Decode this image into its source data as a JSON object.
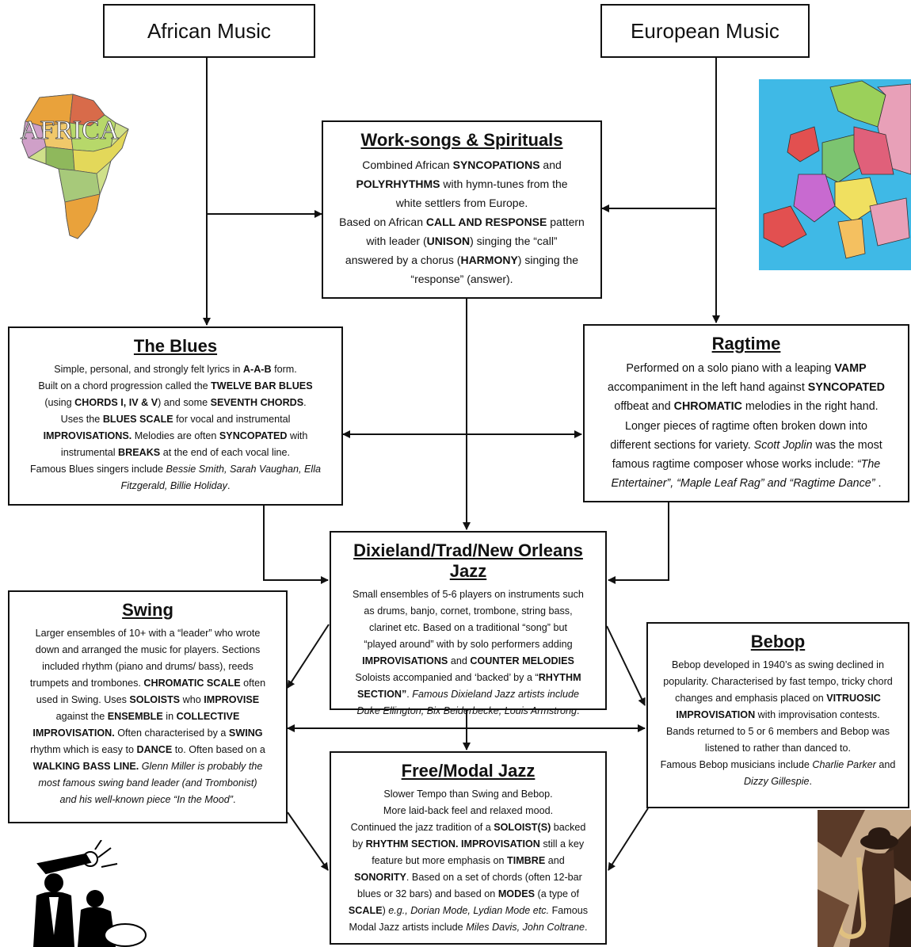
{
  "nodes": {
    "african_music": {
      "title": "African Music"
    },
    "european_music": {
      "title": "European Music"
    },
    "work_songs": {
      "title": "Work-songs & Spirituals",
      "lines": [
        [
          {
            "t": "Combined African "
          },
          {
            "t": "SYNCOPATIONS",
            "b": 1
          },
          {
            "t": " and"
          }
        ],
        [
          {
            "t": "POLYRHYTHMS",
            "b": 1
          },
          {
            "t": " with hymn-tunes from the"
          }
        ],
        [
          {
            "t": "white settlers from Europe."
          }
        ],
        [
          {
            "t": "Based on African "
          },
          {
            "t": "CALL AND RESPONSE",
            "b": 1
          },
          {
            "t": " pattern"
          }
        ],
        [
          {
            "t": "with leader ("
          },
          {
            "t": "UNISON",
            "b": 1
          },
          {
            "t": ") singing the “call”"
          }
        ],
        [
          {
            "t": "answered by a chorus ("
          },
          {
            "t": "HARMONY",
            "b": 1
          },
          {
            "t": ") singing the"
          }
        ],
        [
          {
            "t": "“response” (answer)."
          }
        ]
      ]
    },
    "blues": {
      "title": "The Blues",
      "lines": [
        [
          {
            "t": "Simple, personal, and strongly felt lyrics in "
          },
          {
            "t": "A-A-B",
            "b": 1
          },
          {
            "t": " form."
          }
        ],
        [
          {
            "t": "Built on a chord progression called the "
          },
          {
            "t": "TWELVE BAR BLUES",
            "b": 1
          }
        ],
        [
          {
            "t": "(using "
          },
          {
            "t": "CHORDS I, IV & V",
            "b": 1
          },
          {
            "t": ") and some "
          },
          {
            "t": "SEVENTH CHORDS",
            "b": 1
          },
          {
            "t": "."
          }
        ],
        [
          {
            "t": "Uses the "
          },
          {
            "t": "BLUES SCALE",
            "b": 1
          },
          {
            "t": " for vocal and instrumental"
          }
        ],
        [
          {
            "t": "IMPROVISATIONS.",
            "b": 1
          },
          {
            "t": "  Melodies are often "
          },
          {
            "t": "SYNCOPATED",
            "b": 1
          },
          {
            "t": " with"
          }
        ],
        [
          {
            "t": "instrumental "
          },
          {
            "t": "BREAKS",
            "b": 1
          },
          {
            "t": " at the end of each vocal line."
          }
        ],
        [
          {
            "t": "Famous Blues singers include "
          },
          {
            "t": "Bessie Smith, Sarah Vaughan, Ella",
            "i": 1
          }
        ],
        [
          {
            "t": "Fitzgerald, Billie Holiday",
            "i": 1
          },
          {
            "t": "."
          }
        ]
      ]
    },
    "ragtime": {
      "title": "Ragtime",
      "lines": [
        [
          {
            "t": "Performed on a solo piano with a leaping "
          },
          {
            "t": "VAMP",
            "b": 1
          }
        ],
        [
          {
            "t": "accompaniment in the left hand against "
          },
          {
            "t": "SYNCOPATED",
            "b": 1
          }
        ],
        [
          {
            "t": "offbeat and "
          },
          {
            "t": "CHROMATIC",
            "b": 1
          },
          {
            "t": " melodies in the right hand."
          }
        ],
        [
          {
            "t": "Longer pieces of ragtime often broken down into"
          }
        ],
        [
          {
            "t": "different sections for variety.  "
          },
          {
            "t": "Scott Joplin",
            "i": 1
          },
          {
            "t": " was the most"
          }
        ],
        [
          {
            "t": "famous ragtime composer whose works include: "
          },
          {
            "t": "“The",
            "i": 1
          }
        ],
        [
          {
            "t": "Entertainer”, “Maple Leaf Rag” and “Ragtime Dance”",
            "i": 1
          },
          {
            "t": " ."
          }
        ]
      ]
    },
    "dixieland": {
      "title": "Dixieland/Trad/New Orleans Jazz",
      "lines": [
        [
          {
            "t": "Small ensembles of 5-6 players on instruments such"
          }
        ],
        [
          {
            "t": "as drums, banjo, cornet, trombone, string bass,"
          }
        ],
        [
          {
            "t": "clarinet etc.  Based on a traditional “song” but"
          }
        ],
        [
          {
            "t": "“played around” with by solo performers adding"
          }
        ],
        [
          {
            "t": "IMPROVISATIONS",
            "b": 1
          },
          {
            "t": " and "
          },
          {
            "t": "COUNTER MELODIES",
            "b": 1
          }
        ],
        [
          {
            "t": "Soloists accompanied and ‘backed’ by a “"
          },
          {
            "t": "RHYTHM",
            "b": 1
          }
        ],
        [
          {
            "t": "SECTION”",
            "b": 1
          },
          {
            "t": ".  "
          },
          {
            "t": "Famous Dixieland Jazz artists include",
            "i": 1
          }
        ],
        [
          {
            "t": "Duke Ellington, Bix Beiderbecke, Louis Armstrong",
            "i": 1
          },
          {
            "t": "."
          }
        ]
      ]
    },
    "swing": {
      "title": "Swing",
      "lines": [
        [
          {
            "t": "Larger ensembles of 10+ with a “leader” who wrote"
          }
        ],
        [
          {
            "t": "down and arranged the music for players.  Sections"
          }
        ],
        [
          {
            "t": "included rhythm (piano and drums/ bass), reeds"
          }
        ],
        [
          {
            "t": "trumpets and trombones.  "
          },
          {
            "t": "CHROMATIC SCALE",
            "b": 1
          },
          {
            "t": " often"
          }
        ],
        [
          {
            "t": "used in Swing.  Uses "
          },
          {
            "t": "SOLOISTS",
            "b": 1
          },
          {
            "t": " who "
          },
          {
            "t": "IMPROVISE",
            "b": 1
          }
        ],
        [
          {
            "t": "against the "
          },
          {
            "t": "ENSEMBLE",
            "b": 1
          },
          {
            "t": " in "
          },
          {
            "t": "COLLECTIVE",
            "b": 1
          }
        ],
        [
          {
            "t": "IMPROVISATION.",
            "b": 1
          },
          {
            "t": "  Often characterised by a "
          },
          {
            "t": "SWING",
            "b": 1
          }
        ],
        [
          {
            "t": "rhythm which is easy to "
          },
          {
            "t": "DANCE",
            "b": 1
          },
          {
            "t": " to.  Often based on a"
          }
        ],
        [
          {
            "t": "WALKING BASS LINE.",
            "b": 1
          },
          {
            "t": "  "
          },
          {
            "t": "Glenn Miller is probably the",
            "i": 1
          }
        ],
        [
          {
            "t": "most famous swing band leader (and Trombonist)",
            "i": 1
          }
        ],
        [
          {
            "t": "and his well-known piece “In the Mood”",
            "i": 1
          },
          {
            "t": "."
          }
        ]
      ]
    },
    "bebop": {
      "title": "Bebop",
      "lines": [
        [
          {
            "t": "Bebop developed in 1940’s as swing declined in"
          }
        ],
        [
          {
            "t": "popularity.  Characterised by fast tempo, tricky chord"
          }
        ],
        [
          {
            "t": "changes and emphasis placed on "
          },
          {
            "t": "VITRUOSIC",
            "b": 1
          }
        ],
        [
          {
            "t": "IMPROVISATION",
            "b": 1
          },
          {
            "t": " with improvisation contests."
          }
        ],
        [
          {
            "t": "Bands returned to 5 or 6 members and Bebop was"
          }
        ],
        [
          {
            "t": "listened to rather than danced to."
          }
        ],
        [
          {
            "t": "Famous Bebop musicians include "
          },
          {
            "t": "Charlie Parker",
            "i": 1
          },
          {
            "t": " and"
          }
        ],
        [
          {
            "t": "Dizzy Gillespie",
            "i": 1
          },
          {
            "t": "."
          }
        ]
      ]
    },
    "free_modal": {
      "title": "Free/Modal Jazz",
      "lines": [
        [
          {
            "t": "Slower Tempo than Swing and Bebop."
          }
        ],
        [
          {
            "t": "More laid-back feel and relaxed mood."
          }
        ],
        [
          {
            "t": "Continued the jazz tradition of a "
          },
          {
            "t": "SOLOIST(S)",
            "b": 1
          },
          {
            "t": " backed"
          }
        ],
        [
          {
            "t": "by "
          },
          {
            "t": "RHYTHM SECTION.",
            "b": 1
          },
          {
            "t": "  "
          },
          {
            "t": "IMPROVISATION",
            "b": 1
          },
          {
            "t": " still a key"
          }
        ],
        [
          {
            "t": "feature but more emphasis on "
          },
          {
            "t": "TIMBRE",
            "b": 1
          },
          {
            "t": " and"
          }
        ],
        [
          {
            "t": "SONORITY",
            "b": 1
          },
          {
            "t": ".   Based on a set of chords (often 12-bar"
          }
        ],
        [
          {
            "t": "blues or 32 bars) and based on "
          },
          {
            "t": "MODES",
            "b": 1
          },
          {
            "t": " (a type of"
          }
        ],
        [
          {
            "t": "SCALE",
            "b": 1
          },
          {
            "t": ") "
          },
          {
            "t": "e.g., Dorian Mode, Lydian Mode etc.",
            "i": 1
          },
          {
            "t": "  Famous"
          }
        ],
        [
          {
            "t": "Modal Jazz artists include "
          },
          {
            "t": "Miles Davis, John Coltrane",
            "i": 1
          },
          {
            "t": "."
          }
        ]
      ]
    }
  },
  "images": {
    "africa_map": {
      "label": "AFRICA",
      "colors": [
        "#e9a23b",
        "#b7d86a",
        "#e3d85a",
        "#d86b4a",
        "#8fb85c",
        "#cfa0c8",
        "#f0c86a",
        "#a7c97a"
      ]
    },
    "europe_map": {
      "sea": "#3fb9e6",
      "colors": [
        "#e0607a",
        "#9bd05a",
        "#f0e060",
        "#e8a0b8",
        "#c86ad0",
        "#f4c060",
        "#7cc470",
        "#e25050"
      ]
    },
    "icons": [
      "africa-map-icon",
      "europe-map-icon",
      "jazz-band-icon",
      "saxophone-player-icon"
    ]
  }
}
